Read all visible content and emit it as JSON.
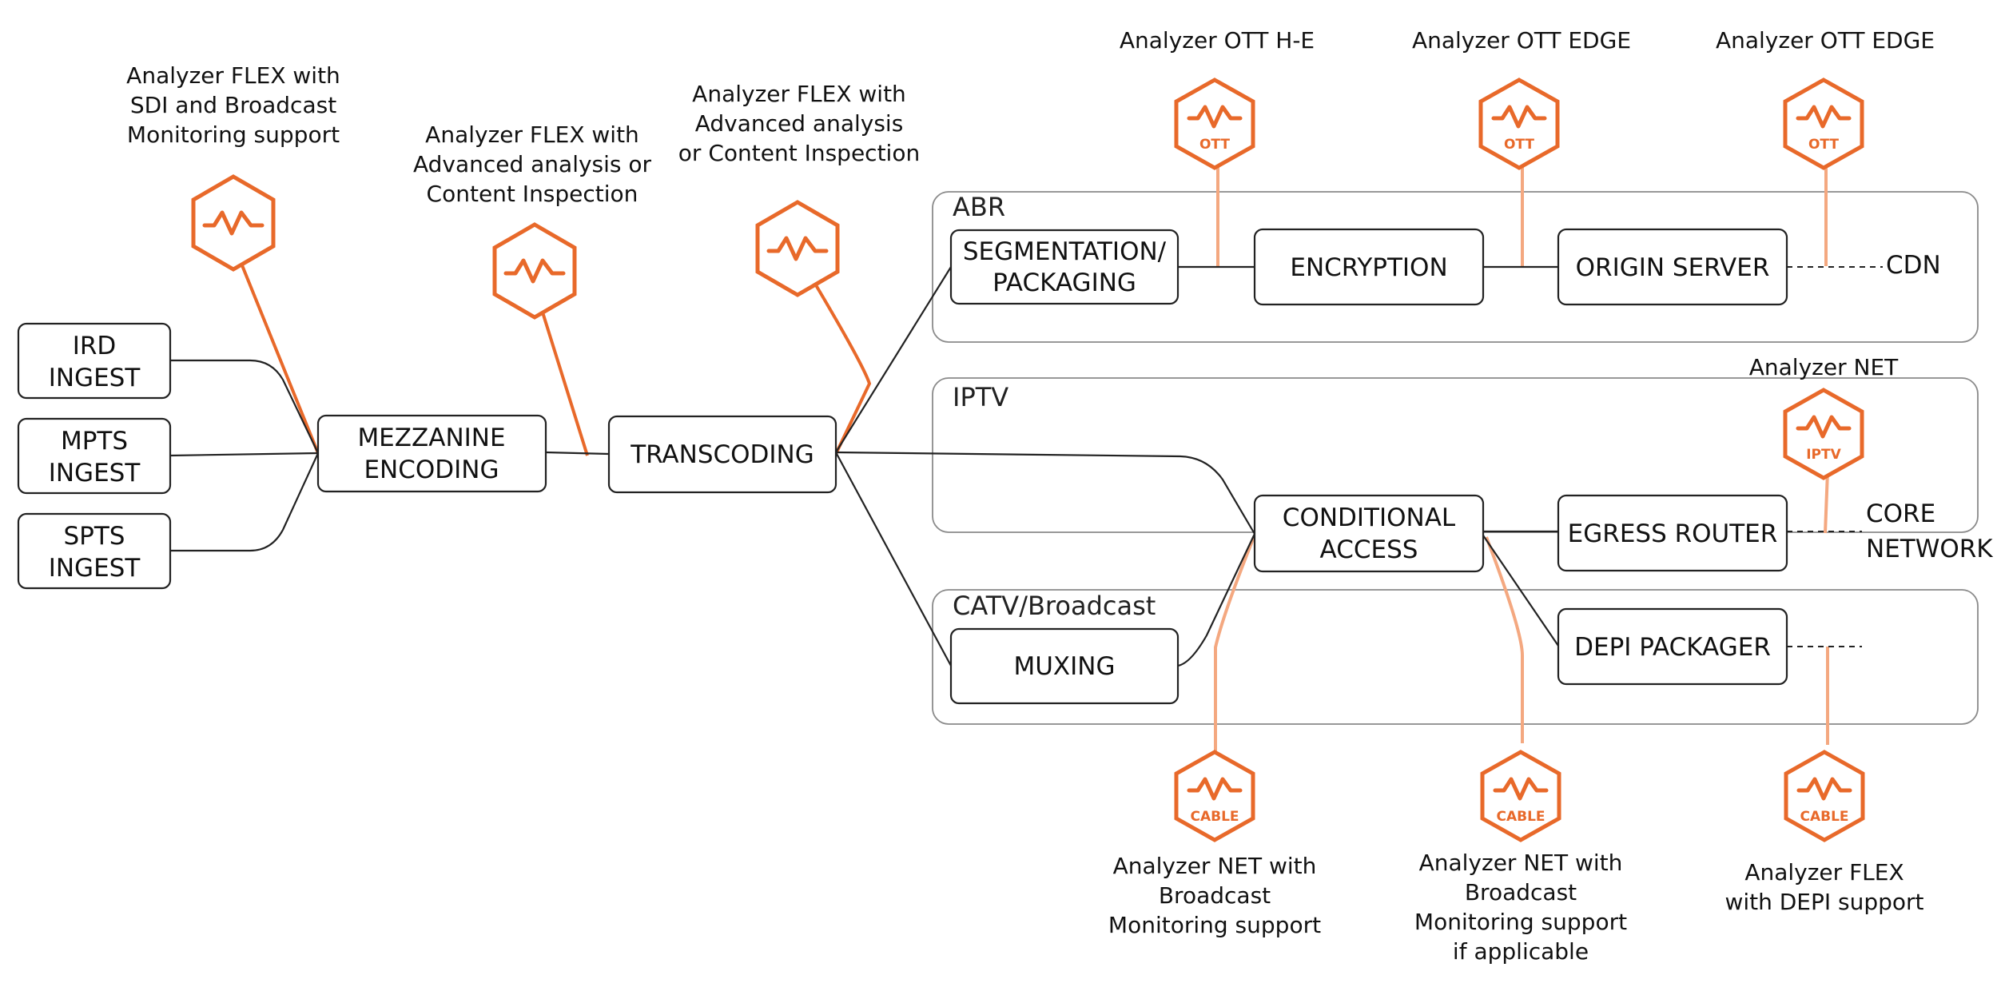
{
  "groups": {
    "abr": "ABR",
    "iptv": "IPTV",
    "catv": "CATV/Broadcast"
  },
  "nodes": {
    "ird": [
      "IRD",
      "INGEST"
    ],
    "mpts": [
      "MPTS",
      "INGEST"
    ],
    "spts": [
      "SPTS",
      "INGEST"
    ],
    "mezzanine": [
      "MEZZANINE",
      "ENCODING"
    ],
    "transcoding": [
      "TRANSCODING"
    ],
    "segmentation": [
      "SEGMENTATION/",
      "PACKAGING"
    ],
    "encryption": [
      "ENCRYPTION"
    ],
    "origin": [
      "ORIGIN SERVER"
    ],
    "conditional": [
      "CONDITIONAL",
      "ACCESS"
    ],
    "egress": [
      "EGRESS ROUTER"
    ],
    "muxing": [
      "MUXING"
    ],
    "depi": [
      "DEPI PACKAGER"
    ]
  },
  "endpoints": {
    "cdn": "CDN",
    "core": [
      "CORE",
      "NETWORK"
    ]
  },
  "probes": {
    "flex_sdi": {
      "label": [
        "Analyzer FLEX with",
        "SDI and Broadcast",
        "Monitoring support"
      ],
      "badge": "",
      "icon": "waveform-icon"
    },
    "flex_mezz": {
      "label": [
        "Analyzer FLEX with",
        "Advanced analysis or",
        "Content Inspection"
      ],
      "badge": "",
      "icon": "waveform-icon"
    },
    "flex_trans": {
      "label": [
        "Analyzer FLEX with",
        "Advanced analysis",
        "or Content Inspection"
      ],
      "badge": "",
      "icon": "waveform-icon"
    },
    "ott_he": {
      "label": [
        "Analyzer OTT H-E"
      ],
      "badge": "OTT",
      "icon": "ott-waveform-icon"
    },
    "ott_edge1": {
      "label": [
        "Analyzer OTT EDGE"
      ],
      "badge": "OTT",
      "icon": "ott-waveform-icon"
    },
    "ott_edge2": {
      "label": [
        "Analyzer OTT EDGE"
      ],
      "badge": "OTT",
      "icon": "ott-waveform-icon"
    },
    "net_iptv": {
      "label": [
        "Analyzer NET"
      ],
      "badge": "IPTV",
      "icon": "iptv-waveform-icon"
    },
    "net_cable1": {
      "label": [
        "Analyzer NET with",
        "Broadcast",
        "Monitoring support"
      ],
      "badge": "CABLE",
      "icon": "cable-waveform-icon"
    },
    "net_cable2": {
      "label": [
        "Analyzer NET with",
        "Broadcast",
        "Monitoring support",
        "if applicable"
      ],
      "badge": "CABLE",
      "icon": "cable-waveform-icon"
    },
    "flex_depi": {
      "label": [
        "Analyzer FLEX",
        "with DEPI support"
      ],
      "badge": "CABLE",
      "icon": "cable-waveform-icon"
    }
  },
  "colors": {
    "accent": "#e8692a",
    "accent_light": "#f4a880",
    "line": "#222222",
    "group_border": "#8a8a8a"
  }
}
